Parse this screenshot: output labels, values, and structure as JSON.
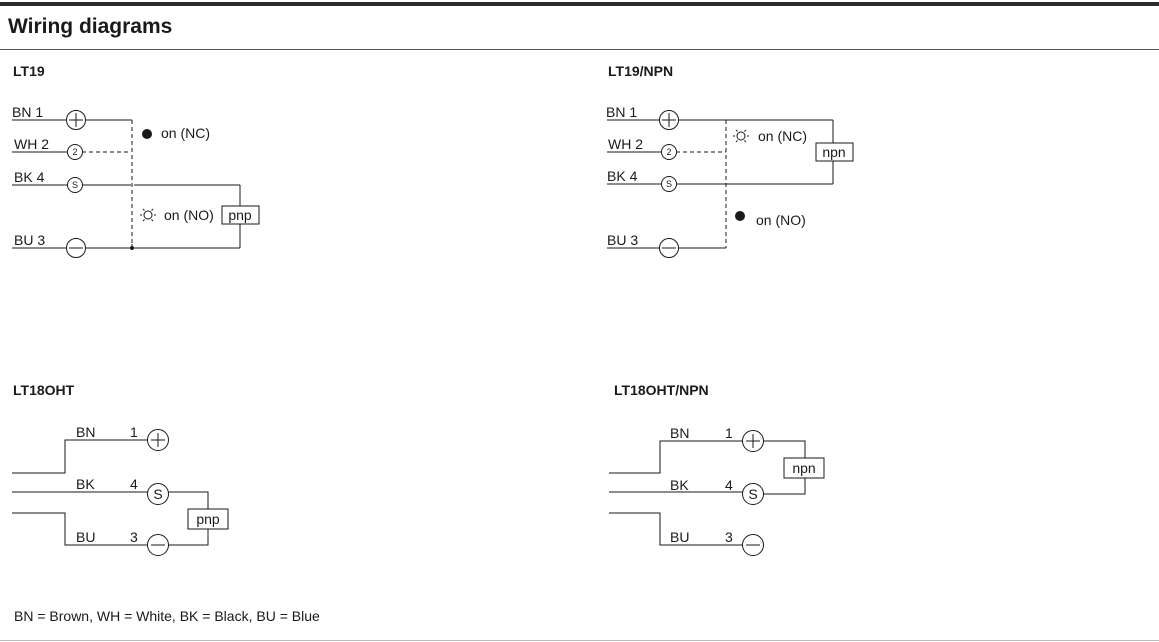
{
  "page": {
    "title": "Wiring diagrams"
  },
  "diagrams": {
    "lt19": {
      "title": "LT19",
      "wires": {
        "bn": "BN 1",
        "wh": "WH 2",
        "bk": "BK 4",
        "bu": "BU 3"
      },
      "pins": {
        "wh": "2",
        "bk": "S"
      },
      "state_nc": "on (NC)",
      "state_no": "on (NO)",
      "output": "pnp"
    },
    "lt19_npn": {
      "title": "LT19/NPN",
      "wires": {
        "bn": "BN 1",
        "wh": "WH 2",
        "bk": "BK 4",
        "bu": "BU 3"
      },
      "pins": {
        "wh": "2",
        "bk": "S"
      },
      "state_nc": "on (NC)",
      "state_no": "on (NO)",
      "output": "npn"
    },
    "lt18oht": {
      "title": "LT18OHT",
      "wires": {
        "bn": "BN",
        "bk": "BK",
        "bu": "BU"
      },
      "pin_numbers": {
        "bn": "1",
        "bk": "4",
        "bu": "3"
      },
      "pins": {
        "bk": "S"
      },
      "output": "pnp"
    },
    "lt18oht_npn": {
      "title": "LT18OHT/NPN",
      "wires": {
        "bn": "BN",
        "bk": "BK",
        "bu": "BU"
      },
      "pin_numbers": {
        "bn": "1",
        "bk": "4",
        "bu": "3"
      },
      "pins": {
        "bk": "S"
      },
      "output": "npn"
    }
  },
  "legend": "BN = Brown, WH = White, BK = Black, BU = Blue"
}
